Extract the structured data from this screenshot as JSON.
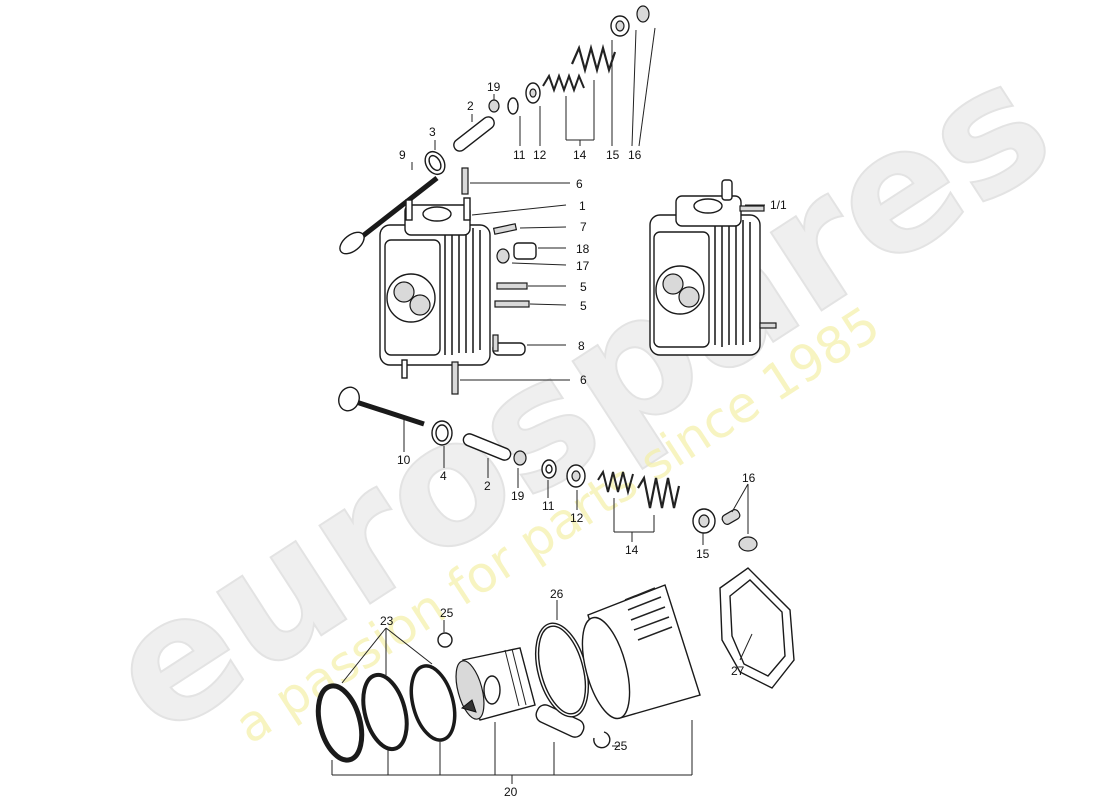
{
  "watermark": {
    "brand": "eurospares",
    "tagline": "a passion for parts since 1985",
    "brand_color": "#e8e8e8",
    "tagline_color": "#f2ee9c"
  },
  "labels": {
    "p9": "9",
    "p3": "3",
    "p2_top": "2",
    "p19_top": "19",
    "p11_top": "11",
    "p12_top": "12",
    "p14_top": "14",
    "p15_top": "15",
    "p16_top": "16",
    "p6_upper": "6",
    "p1": "1",
    "p7": "7",
    "p18": "18",
    "p17": "17",
    "p5_a": "5",
    "p5_b": "5",
    "p8": "8",
    "p6_lower": "6",
    "p1_1": "1/1",
    "p10": "10",
    "p4": "4",
    "p2_bot": "2",
    "p19_bot": "19",
    "p11_bot": "11",
    "p12_bot": "12",
    "p14_bot": "14",
    "p15_bot": "15",
    "p16_bot": "16",
    "p25_top": "25",
    "p23": "23",
    "p26": "26",
    "p27": "27",
    "p25_bot": "25",
    "p20": "20"
  }
}
